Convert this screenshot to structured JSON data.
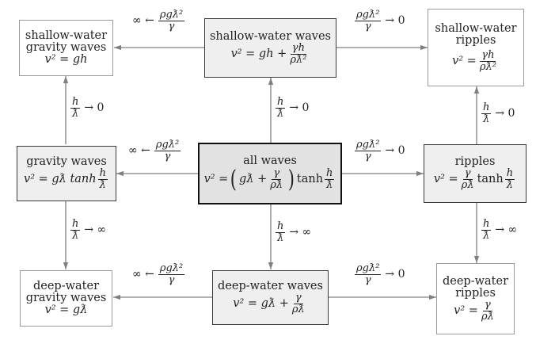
{
  "diagram": {
    "colors": {
      "arrow": "#808080",
      "border_light": "#9a9a9a",
      "border_mid": "#3a3a3a",
      "border_dark": "#111111",
      "fill_mid": "#efefef",
      "fill_dark": "#e2e2e2"
    },
    "nodes": {
      "shallow_gravity": {
        "title_1": "shallow-water",
        "title_2": "gravity waves",
        "eq": "v² = gh"
      },
      "shallow_waves": {
        "title": "shallow-water waves",
        "eq_left": "v² = gh +",
        "frac_num": "γh",
        "frac_den": "ρƛ²"
      },
      "shallow_ripples": {
        "title_1": "shallow-water",
        "title_2": "ripples",
        "eq_left": "v² =",
        "frac_num": "γh",
        "frac_den": "ρƛ²"
      },
      "gravity": {
        "title": "gravity waves",
        "eq_left": "v² = gƛ tanh",
        "frac_num": "h",
        "frac_den": "ƛ"
      },
      "all": {
        "title": "all waves",
        "eq_left": "v² =",
        "paren_open": "(",
        "inner": "gƛ +",
        "frac1_num": "γ",
        "frac1_den": "ρƛ",
        "paren_close": ")",
        "tanh": "tanh",
        "frac2_num": "h",
        "frac2_den": "ƛ"
      },
      "ripples": {
        "title": "ripples",
        "eq_left": "v² =",
        "frac1_num": "γ",
        "frac1_den": "ρƛ",
        "tanh": "tanh",
        "frac2_num": "h",
        "frac2_den": "ƛ"
      },
      "deep_gravity": {
        "title_1": "deep-water",
        "title_2": "gravity waves",
        "eq": "v² = gƛ"
      },
      "deep_waves": {
        "title": "deep-water waves",
        "eq_left": "v² = gƛ +",
        "frac_num": "γ",
        "frac_den": "ρƛ"
      },
      "deep_ripples": {
        "title_1": "deep-water",
        "title_2": "ripples",
        "eq_left": "v² =",
        "frac_num": "γ",
        "frac_den": "ρƛ"
      }
    },
    "edge_labels": {
      "bond_num": "ρgƛ²",
      "bond_den": "γ",
      "to_infinity_prefix": "∞ ←",
      "to_zero_suffix": "→ 0",
      "h_num": "h",
      "h_den": "ƛ",
      "h_to_zero": "→ 0",
      "h_to_infinity": "→ ∞"
    },
    "edges": [
      {
        "from": "shallow_waves",
        "to": "shallow_gravity",
        "label": "∞ ← ρgƛ²/γ"
      },
      {
        "from": "shallow_waves",
        "to": "shallow_ripples",
        "label": "ρgƛ²/γ → 0"
      },
      {
        "from": "all",
        "to": "shallow_waves",
        "label": "h/ƛ → 0"
      },
      {
        "from": "gravity",
        "to": "shallow_gravity",
        "label": "h/ƛ → 0"
      },
      {
        "from": "ripples",
        "to": "shallow_ripples",
        "label": "h/ƛ → 0"
      },
      {
        "from": "all",
        "to": "gravity",
        "label": "∞ ← ρgƛ²/γ"
      },
      {
        "from": "all",
        "to": "ripples",
        "label": "ρgƛ²/γ → 0"
      },
      {
        "from": "all",
        "to": "deep_waves",
        "label": "h/ƛ → ∞"
      },
      {
        "from": "gravity",
        "to": "deep_gravity",
        "label": "h/ƛ → ∞"
      },
      {
        "from": "ripples",
        "to": "deep_ripples",
        "label": "h/ƛ → ∞"
      },
      {
        "from": "deep_waves",
        "to": "deep_gravity",
        "label": "∞ ← ρgƛ²/γ"
      },
      {
        "from": "deep_waves",
        "to": "deep_ripples",
        "label": "ρgƛ²/γ → 0"
      }
    ]
  }
}
